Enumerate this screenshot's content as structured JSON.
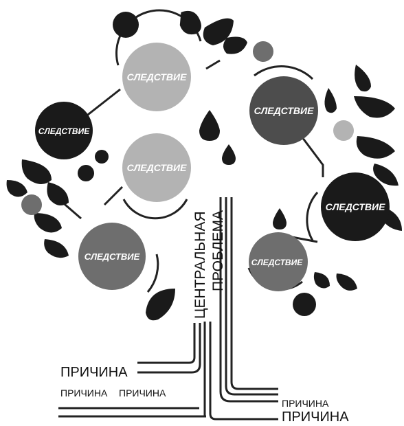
{
  "central_problem": {
    "line1": "ЦЕНТРАЛЬНАЯ",
    "line2": "ПРОБЛЕМА"
  },
  "effects": [
    "СЛЕДСТВИЕ",
    "СЛЕДСТВИЕ",
    "СЛЕДСТВИЕ",
    "СЛЕДСТВИЕ",
    "СЛЕДСТВИЕ",
    "СЛЕДСТВИЕ",
    "СЛЕДСТВИЕ"
  ],
  "causes": [
    "ПРИЧИНА",
    "ПРИЧИНА",
    "ПРИЧИНА",
    "ПРИЧИНА",
    "ПРИЧИНА"
  ],
  "colors": {
    "black": "#1a1a1a",
    "dark_gray": "#4d4d4d",
    "mid_gray": "#6e6e6e",
    "light_gray": "#b3b3b3",
    "line": "#222222"
  }
}
